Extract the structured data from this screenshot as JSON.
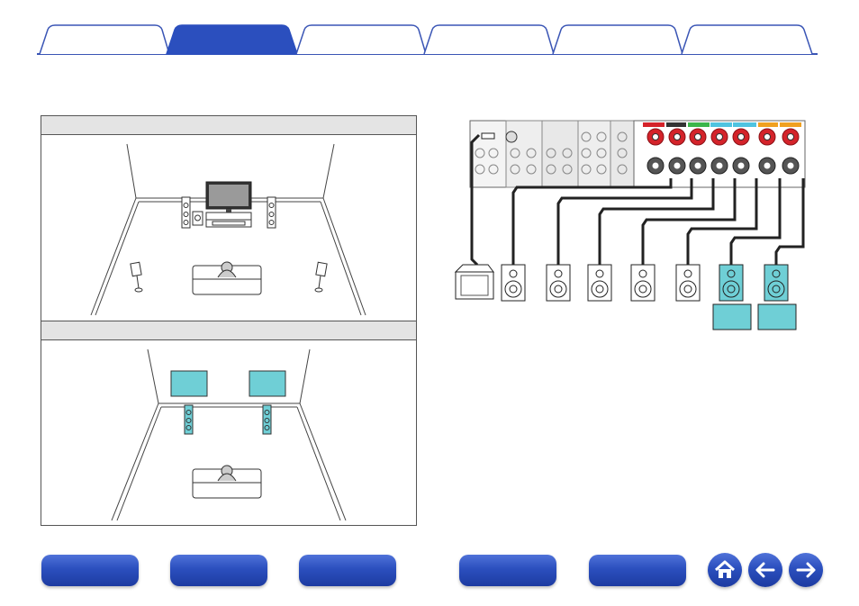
{
  "tabs": [
    {
      "label": "",
      "active": false
    },
    {
      "label": "",
      "active": true
    },
    {
      "label": "",
      "active": false
    },
    {
      "label": "",
      "active": false
    },
    {
      "label": "",
      "active": false
    },
    {
      "label": "",
      "active": false
    }
  ],
  "layout_panel": {
    "sections": [
      {
        "header": "",
        "view": "front-wide-speaker-layout"
      },
      {
        "header": "",
        "view": "front-height-speaker-layout"
      }
    ]
  },
  "wiring_diagram": {
    "speakers": [
      "subwoofer",
      "speaker-1",
      "speaker-2",
      "speaker-3",
      "speaker-4",
      "speaker-5",
      "speaker-6-highlight",
      "speaker-7-highlight"
    ],
    "highlight_color": "#6fcfd6"
  },
  "bottom_nav": {
    "buttons": [
      {
        "label": ""
      },
      {
        "label": ""
      },
      {
        "label": ""
      },
      {
        "label": ""
      },
      {
        "label": ""
      }
    ],
    "icons": [
      "home-icon",
      "arrow-left-icon",
      "arrow-right-icon"
    ]
  },
  "colors": {
    "accent": "#2b4fbe",
    "tab_border": "#3a55b5",
    "speaker_highlight": "#6fcfd6",
    "terminal_red": "#d4232a"
  }
}
